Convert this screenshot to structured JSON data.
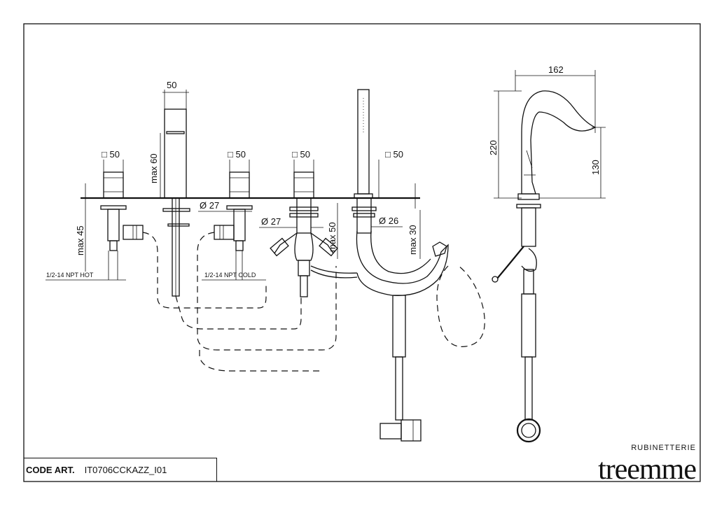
{
  "title_block": {
    "code_label": "CODE ART.",
    "code_value": "IT0706CCKAZZ_I01",
    "brand_sub": "RUBINETTERIE",
    "brand_name": "treemme"
  },
  "dimensions": {
    "sq50_a": "□ 50",
    "spout_width": "50",
    "spout_max": "max 60",
    "sq50_b": "□ 50",
    "sq50_c": "□ 50",
    "sq50_d": "□ 50",
    "dia27_a": "Ø 27",
    "dia27_b": "Ø 27",
    "dia26": "Ø 26",
    "max45": "max 45",
    "max50": "max 50",
    "max30": "max 30",
    "side_width": "162",
    "side_height": "220",
    "side_spout_height": "130"
  },
  "notes": {
    "npt_hot": "1/2-14 NPT HOT",
    "npt_cold": "1/2-14 NPT COLD"
  }
}
